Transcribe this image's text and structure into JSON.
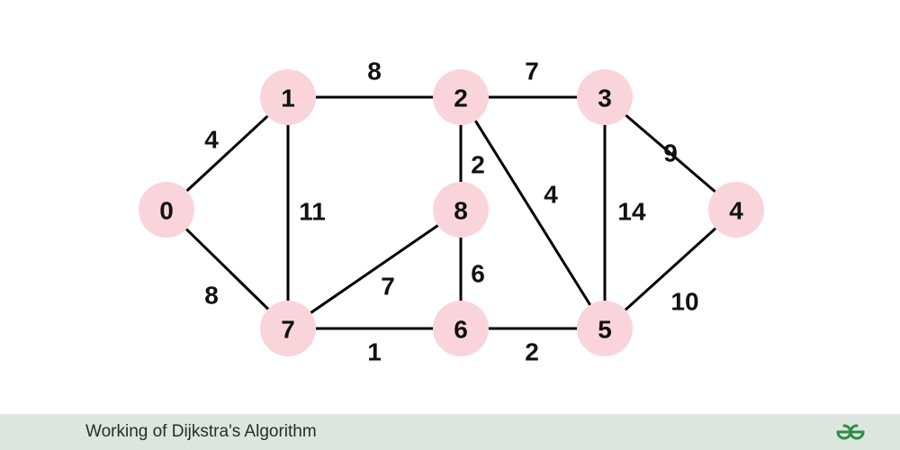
{
  "graph": {
    "nodes": [
      {
        "id": "0",
        "label": "0"
      },
      {
        "id": "1",
        "label": "1"
      },
      {
        "id": "2",
        "label": "2"
      },
      {
        "id": "3",
        "label": "3"
      },
      {
        "id": "4",
        "label": "4"
      },
      {
        "id": "5",
        "label": "5"
      },
      {
        "id": "6",
        "label": "6"
      },
      {
        "id": "7",
        "label": "7"
      },
      {
        "id": "8",
        "label": "8"
      }
    ],
    "edges": [
      {
        "from": "0",
        "to": "1",
        "weight": "4"
      },
      {
        "from": "0",
        "to": "7",
        "weight": "8"
      },
      {
        "from": "1",
        "to": "2",
        "weight": "8"
      },
      {
        "from": "1",
        "to": "7",
        "weight": "11"
      },
      {
        "from": "2",
        "to": "3",
        "weight": "7"
      },
      {
        "from": "2",
        "to": "8",
        "weight": "2"
      },
      {
        "from": "2",
        "to": "5",
        "weight": "4"
      },
      {
        "from": "3",
        "to": "4",
        "weight": "9"
      },
      {
        "from": "3",
        "to": "5",
        "weight": "14"
      },
      {
        "from": "4",
        "to": "5",
        "weight": "10"
      },
      {
        "from": "5",
        "to": "6",
        "weight": "2"
      },
      {
        "from": "6",
        "to": "7",
        "weight": "1"
      },
      {
        "from": "6",
        "to": "8",
        "weight": "6"
      },
      {
        "from": "7",
        "to": "8",
        "weight": "7"
      }
    ],
    "colors": {
      "node_fill": "#f9d5db",
      "edge_stroke": "#000000",
      "label_text": "#111111"
    }
  },
  "footer": {
    "caption": "Working of Dijkstra's Algorithm",
    "logo_icon": "geeksforgeeks-logo-icon",
    "logo_color": "#2f8d46",
    "background": "#dce6df"
  }
}
